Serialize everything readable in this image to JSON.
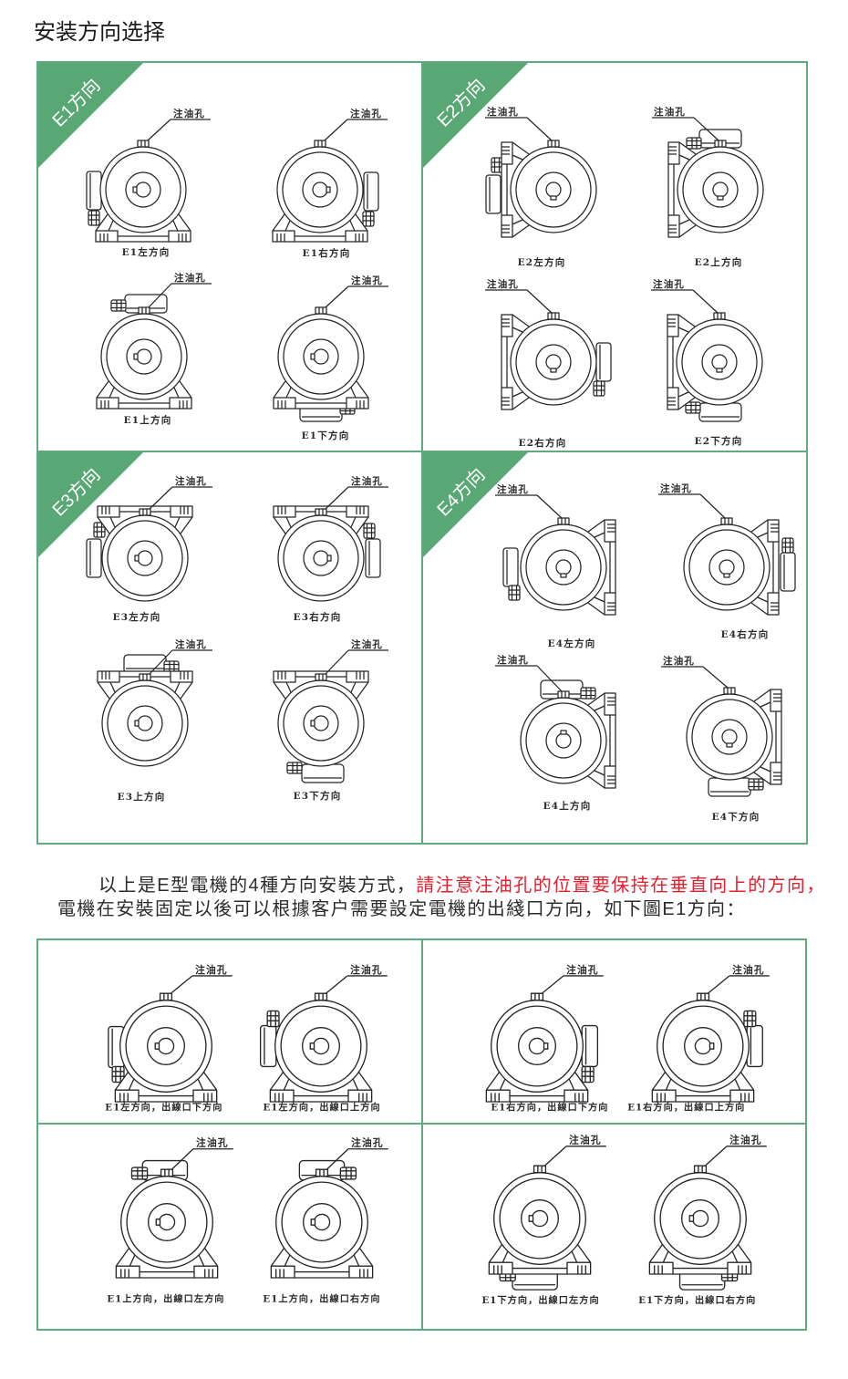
{
  "page": {
    "title": "安装方向选择"
  },
  "theme": {
    "accent_green": "#58a775",
    "border_green": "#5dab7e",
    "highlight_red": "#e5202e",
    "text_color": "#2c2c2c",
    "drawing_line": "#262626"
  },
  "mounting_grid": {
    "quadrants": [
      {
        "tag": "E1方向",
        "drawings": [
          {
            "label": "E1左方向",
            "callout": "注油孔"
          },
          {
            "label": "E1右方向",
            "callout": "注油孔"
          },
          {
            "label": "E1上方向",
            "callout": "注油孔"
          },
          {
            "label": "E1下方向",
            "callout": "注油孔"
          }
        ]
      },
      {
        "tag": "E2方向",
        "drawings": [
          {
            "label": "E2左方向",
            "callout": "注油孔"
          },
          {
            "label": "E2上方向",
            "callout": "注油孔"
          },
          {
            "label": "E2右方向",
            "callout": "注油孔"
          },
          {
            "label": "E2下方向",
            "callout": "注油孔"
          }
        ]
      },
      {
        "tag": "E3方向",
        "drawings": [
          {
            "label": "E3左方向",
            "callout": "注油孔"
          },
          {
            "label": "E3右方向",
            "callout": "注油孔"
          },
          {
            "label": "E3上方向",
            "callout": "注油孔"
          },
          {
            "label": "E3下方向",
            "callout": "注油孔"
          }
        ]
      },
      {
        "tag": "E4方向",
        "drawings": [
          {
            "label": "E4左方向",
            "callout": "注油孔"
          },
          {
            "label": "E4右方向",
            "callout": "注油孔"
          },
          {
            "label": "E4上方向",
            "callout": "注油孔"
          },
          {
            "label": "E4下方向",
            "callout": "注油孔"
          }
        ]
      }
    ]
  },
  "note": {
    "line1_prefix": "以上是E型電機的4種方向安裝方式，",
    "line1_highlight": "請注意注油孔的位置要保持在垂直向上的方向，",
    "line2": "電機在安裝固定以後可以根據客户需要設定電機的出綫口方向，如下圖E1方向："
  },
  "cable_outlet_grid": {
    "cells": [
      {
        "drawings": [
          {
            "label": "E1左方向，出線口下方向",
            "callout": "注油孔"
          },
          {
            "label": "E1左方向，出線口上方向",
            "callout": "注油孔"
          }
        ]
      },
      {
        "drawings": [
          {
            "label": "E1右方向，出線口下方向",
            "callout": "注油孔"
          },
          {
            "label": "E1右方向，出線口上方向",
            "callout": "注油孔"
          }
        ]
      },
      {
        "drawings": [
          {
            "label": "E1上方向，出線口左方向",
            "callout": "注油孔"
          },
          {
            "label": "E1上方向，出線口右方向",
            "callout": "注油孔"
          }
        ]
      },
      {
        "drawings": [
          {
            "label": "E1下方向，出線口左方向",
            "callout": "注油孔"
          },
          {
            "label": "E1下方向，出線口右方向",
            "callout": "注油孔"
          }
        ]
      }
    ]
  }
}
